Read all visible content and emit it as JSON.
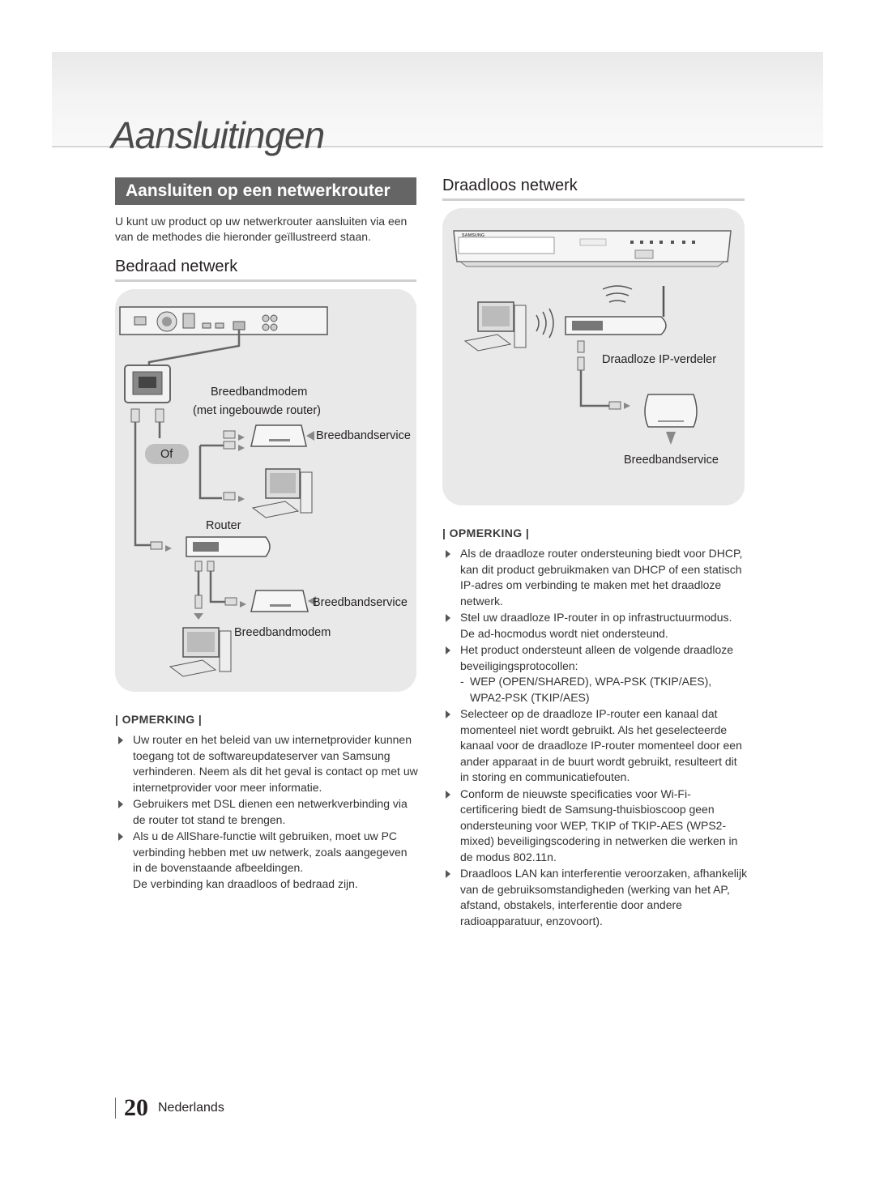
{
  "chapter_title": "Aansluitingen",
  "section_title": "Aansluiten op een netwerkrouter",
  "intro": "U kunt uw product op uw netwerkrouter aansluiten via een van de methodes die hieronder geïllustreerd staan.",
  "wired": {
    "heading": "Bedraad netwerk",
    "labels": {
      "modem_line1": "Breedbandmodem",
      "modem_line2": "(met ingebouwde router)",
      "service_1": "Breedbandservice",
      "or": "Of",
      "router": "Router",
      "service_2": "Breedbandservice",
      "modem": "Breedbandmodem"
    }
  },
  "wireless": {
    "heading": "Draadloos netwerk",
    "labels": {
      "ip_splitter": "Draadloze IP-verdeler",
      "service": "Breedbandservice",
      "device_brand": "SAMSUNG"
    }
  },
  "left_notes": {
    "heading": "| OPMERKING |",
    "items": [
      {
        "text": "Uw router en het beleid van uw internetprovider kunnen toegang tot de softwareupdateserver van Samsung verhinderen. Neem als dit het geval is contact op met uw internetprovider voor meer informatie."
      },
      {
        "text": "Gebruikers met DSL dienen een netwerkverbinding via de router tot stand te brengen."
      },
      {
        "text": "Als u de AllShare-functie wilt gebruiken, moet uw PC verbinding hebben met uw netwerk, zoals aangegeven in de bovenstaande afbeeldingen.",
        "extra": "De verbinding kan draadloos of bedraad zijn."
      }
    ]
  },
  "right_notes": {
    "heading": "| OPMERKING |",
    "items": [
      {
        "text": "Als de draadloze router ondersteuning biedt voor DHCP, kan dit product gebruikmaken van DHCP of een statisch IP-adres om verbinding te maken met het draadloze netwerk."
      },
      {
        "text": "Stel uw draadloze IP-router in op infrastructuurmodus. De ad-hocmodus wordt niet ondersteund."
      },
      {
        "text": "Het product ondersteunt alleen de volgende draadloze beveiligingsprotocollen:",
        "sub": "WEP (OPEN/SHARED), WPA-PSK (TKIP/AES), WPA2-PSK (TKIP/AES)"
      },
      {
        "text": "Selecteer op de draadloze IP-router een kanaal dat momenteel niet wordt gebruikt. Als het geselecteerde kanaal voor de draadloze IP-router momenteel door een ander apparaat in de buurt wordt gebruikt, resulteert dit in storing en communicatiefouten."
      },
      {
        "text": "Conform de nieuwste specificaties voor Wi-Fi-certificering biedt de Samsung-thuisbioscoop geen ondersteuning voor WEP, TKIP of TKIP-AES (WPS2-mixed) beveiligingscodering in netwerken die werken in de modus 802.11n."
      },
      {
        "text": "Draadloos LAN kan interferentie veroorzaken, afhankelijk van de gebruiksomstandigheden (werking van het AP, afstand, obstakels, interferentie door andere radioapparatuur, enzovoort)."
      }
    ]
  },
  "footer": {
    "page_number": "20",
    "language": "Nederlands"
  }
}
